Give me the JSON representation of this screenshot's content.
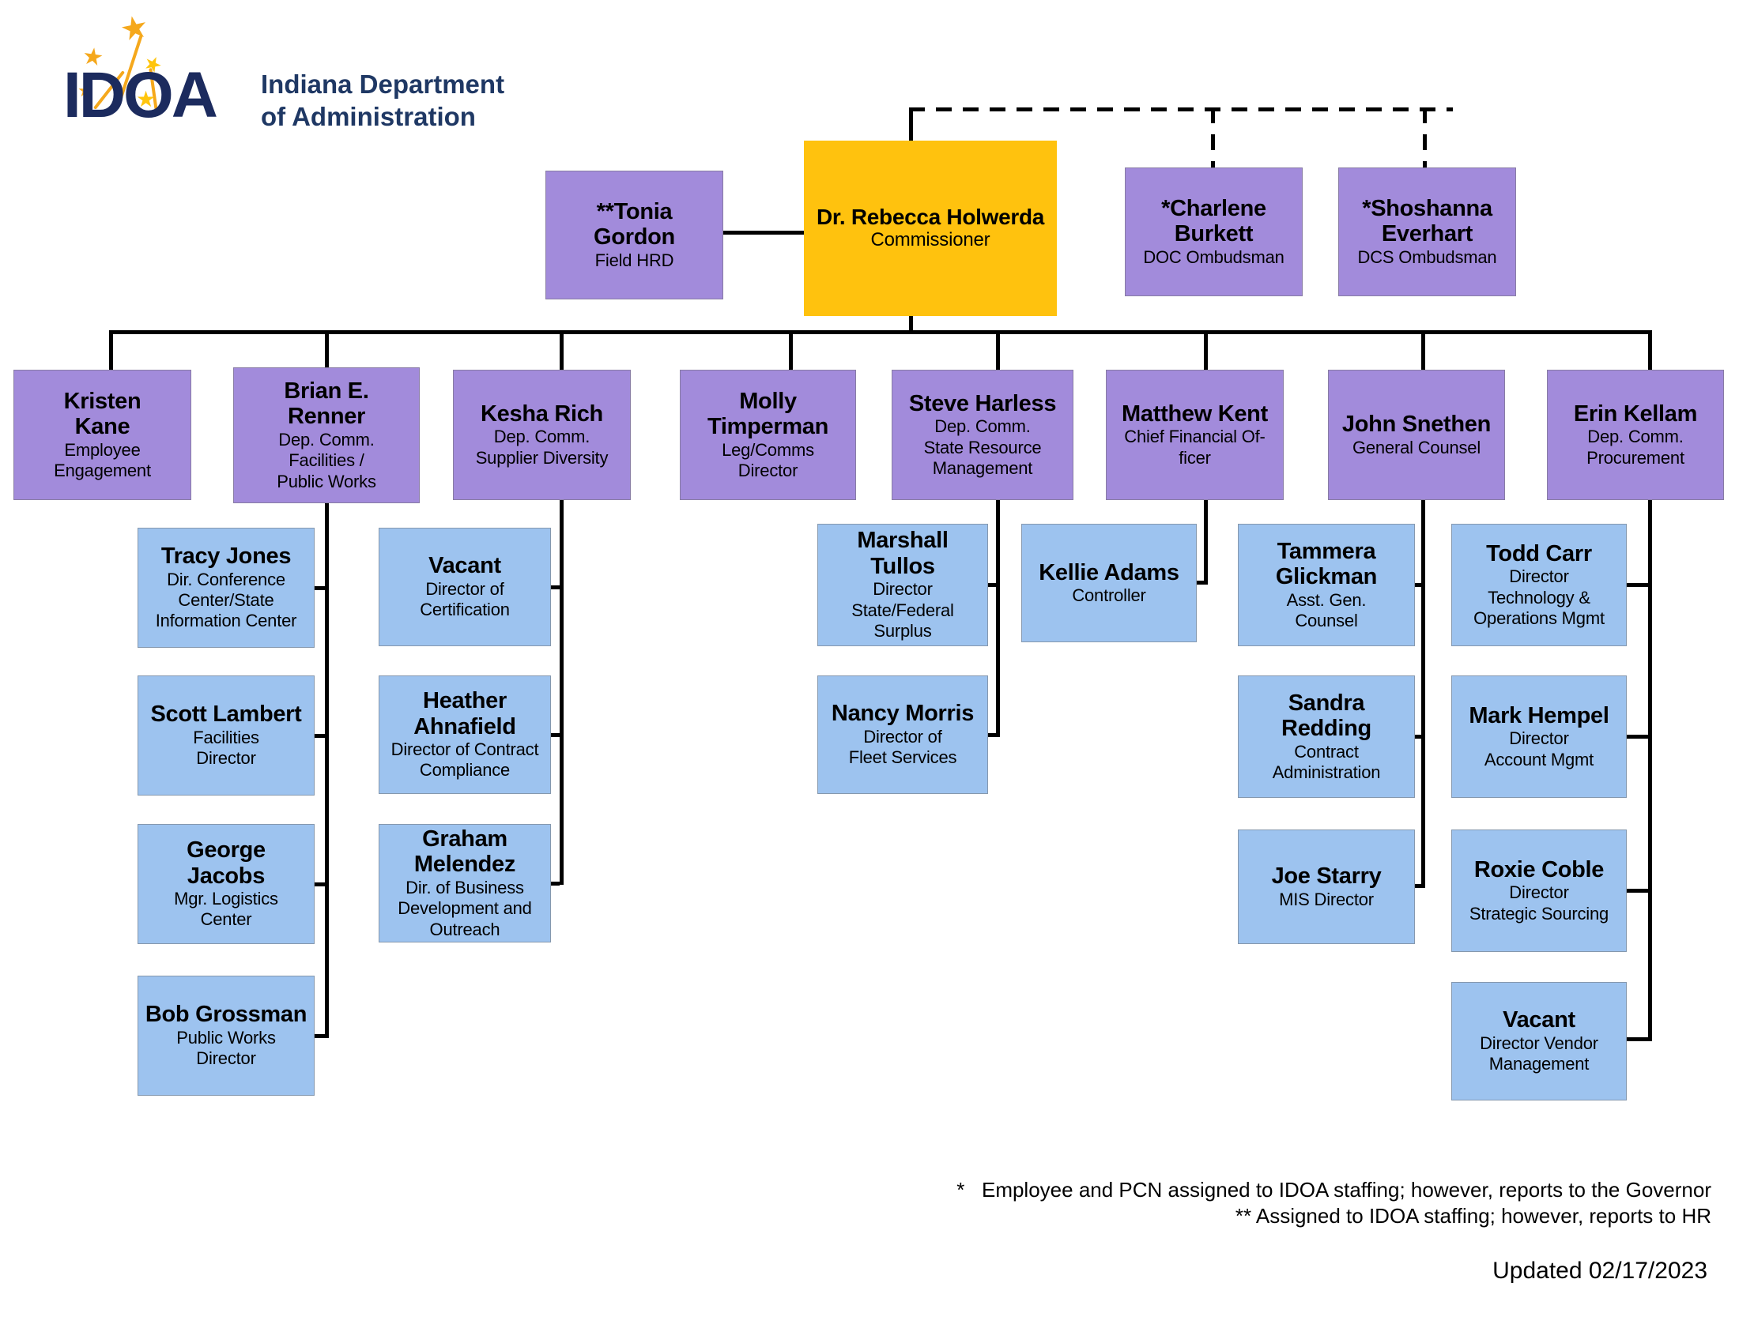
{
  "header": {
    "logo_text": "IDOA",
    "org_name": "Indiana Department\nof Administration"
  },
  "colors": {
    "purple": "#A28BDB",
    "blue": "#9DC3EF",
    "gold": "#FFC20E",
    "line": "#000000",
    "navy": "#1F3864",
    "logoNavy": "#1C2B5E",
    "starDark": "#F5A81C",
    "starLight": "#FFC50D"
  },
  "nodes": {
    "tonia": {
      "name": "**Tonia\nGordon",
      "title": "Field HRD"
    },
    "commissioner": {
      "name": "Dr. Rebecca Holwerda",
      "title": "Commissioner"
    },
    "charlene": {
      "name": "*Charlene\nBurkett",
      "title": "DOC Ombudsman"
    },
    "shoshanna": {
      "name": "*Shoshanna\nEverhart",
      "title": "DCS Ombudsman"
    },
    "kristen": {
      "name": "Kristen\nKane",
      "title": "Employee\nEngagement"
    },
    "brian": {
      "name": "Brian E.\nRenner",
      "title": "Dep. Comm.\nFacilities /\nPublic Works"
    },
    "kesha": {
      "name": "Kesha Rich",
      "title": "Dep. Comm.\nSupplier Diversity"
    },
    "molly": {
      "name": "Molly\nTimperman",
      "title": "Leg/Comms\nDirector"
    },
    "steve": {
      "name": "Steve Harless",
      "title": "Dep. Comm.\nState Resource\nManagement"
    },
    "matthew": {
      "name": "Matthew Kent",
      "title": "Chief Financial Of-ficer"
    },
    "john": {
      "name": "John Snethen",
      "title": "General Counsel"
    },
    "erin": {
      "name": "Erin Kellam",
      "title": "Dep. Comm.\nProcurement"
    },
    "tracy": {
      "name": "Tracy Jones",
      "title": "Dir. Conference\nCenter/State\nInformation Center"
    },
    "scott": {
      "name": "Scott Lambert",
      "title": "Facilities\nDirector"
    },
    "george": {
      "name": "George\nJacobs",
      "title": "Mgr. Logistics\nCenter"
    },
    "bob": {
      "name": "Bob Grossman",
      "title": "Public Works\nDirector"
    },
    "vacantCert": {
      "name": "Vacant",
      "title": "Director of\nCertification"
    },
    "heather": {
      "name": "Heather\nAhnafield",
      "title": "Director of Contract\nCompliance"
    },
    "graham": {
      "name": "Graham\nMelendez",
      "title": "Dir. of Business\nDevelopment and\nOutreach"
    },
    "marshall": {
      "name": "Marshall\nTullos",
      "title": "Director\nState/Federal\nSurplus"
    },
    "nancy": {
      "name": "Nancy Morris",
      "title": "Director of\nFleet Services"
    },
    "kellie": {
      "name": "Kellie Adams",
      "title": "Controller"
    },
    "tammera": {
      "name": "Tammera\nGlickman",
      "title": "Asst. Gen.\nCounsel"
    },
    "sandra": {
      "name": "Sandra\nRedding",
      "title": "Contract\nAdministration"
    },
    "joe": {
      "name": "Joe Starry",
      "title": "MIS Director"
    },
    "todd": {
      "name": "Todd Carr",
      "title": "Director\nTechnology &\nOperations Mgmt"
    },
    "mark": {
      "name": "Mark Hempel",
      "title": "Director\nAccount Mgmt"
    },
    "roxie": {
      "name": "Roxie Coble",
      "title": "Director\nStrategic Sourcing"
    },
    "vacantVM": {
      "name": "Vacant",
      "title": "Director Vendor\nManagement"
    }
  },
  "footnotes": {
    "line1": "*   Employee and PCN assigned to IDOA staffing; however, reports to the Governor",
    "line2": "** Assigned to IDOA staffing; however, reports to HR"
  },
  "updated": "Updated 02/17/2023"
}
